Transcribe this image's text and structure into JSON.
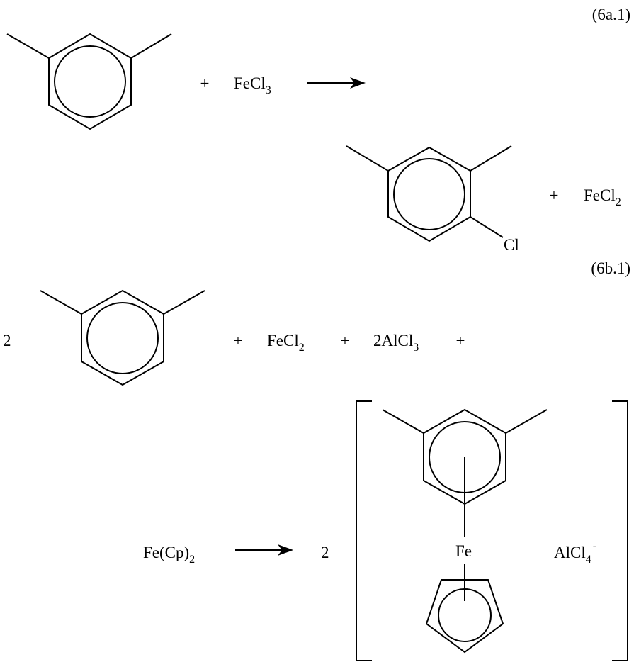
{
  "reaction_6a": {
    "label": "(6a.1)",
    "plus_1": "+",
    "reagent": {
      "base": "FeCl",
      "sub": "3"
    },
    "product_substituent": "Cl",
    "plus_2": "+",
    "byproduct": {
      "base": "FeCl",
      "sub": "2"
    }
  },
  "reaction_6b": {
    "label": "(6b.1)",
    "coefficient_1": "2",
    "plus_1": "+",
    "reagent_1": {
      "base": "FeCl",
      "sub": "2"
    },
    "plus_2": "+",
    "reagent_2": {
      "base": "2AlCl",
      "sub": "3"
    },
    "plus_3": "+",
    "reagent_3": {
      "base": "Fe(Cp)",
      "sub": "2"
    },
    "coefficient_2": "2",
    "metal_center": {
      "base": "Fe",
      "sup": "+"
    },
    "counter_ion": {
      "base": "AlCl",
      "sub": "4",
      "sup": "-"
    }
  },
  "colors": {
    "ink": "#000000",
    "background": "#ffffff"
  }
}
